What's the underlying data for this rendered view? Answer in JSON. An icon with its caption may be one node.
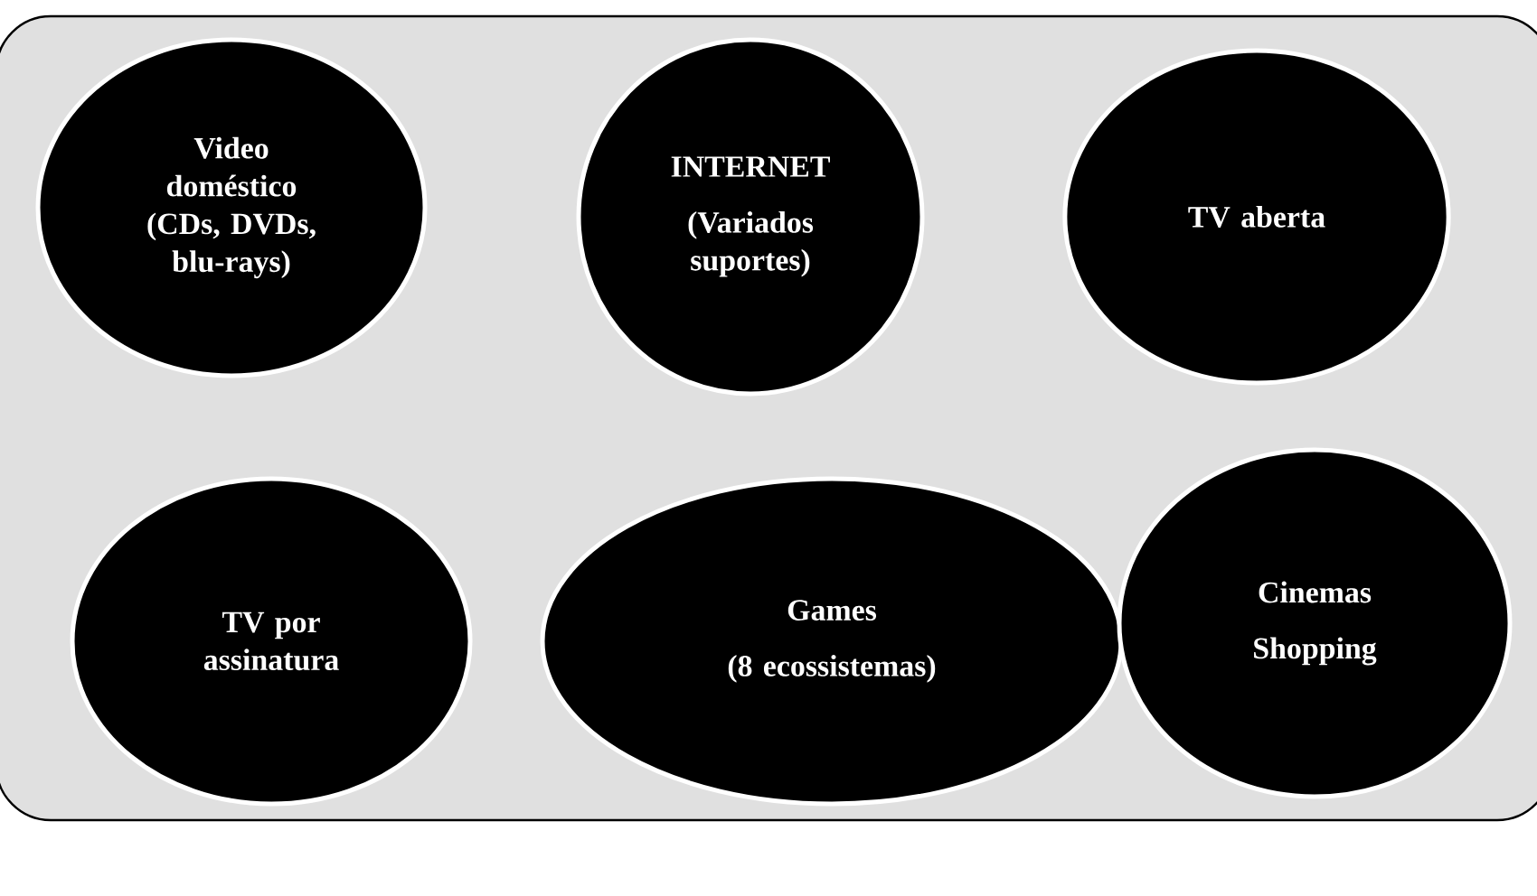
{
  "diagram": {
    "nodes": [
      {
        "text": [],
        "shape": "box"
      },
      {
        "text": [
          "Video doméstico (CDs, DVDs, blu-rays)"
        ],
        "in": 0
      },
      {
        "text": [
          "INTERNET",
          "(Variados suportes)"
        ],
        "in": 0
      },
      {
        "text": [
          "TV aberta"
        ],
        "in": 0
      },
      {
        "text": [
          "TV por assinatura"
        ],
        "in": 0
      },
      {
        "text": [
          "Games",
          "(8 ecossistemas)"
        ],
        "in": 0
      },
      {
        "text": [
          "Cinemas",
          "Shopping"
        ],
        "in": 0
      }
    ]
  }
}
